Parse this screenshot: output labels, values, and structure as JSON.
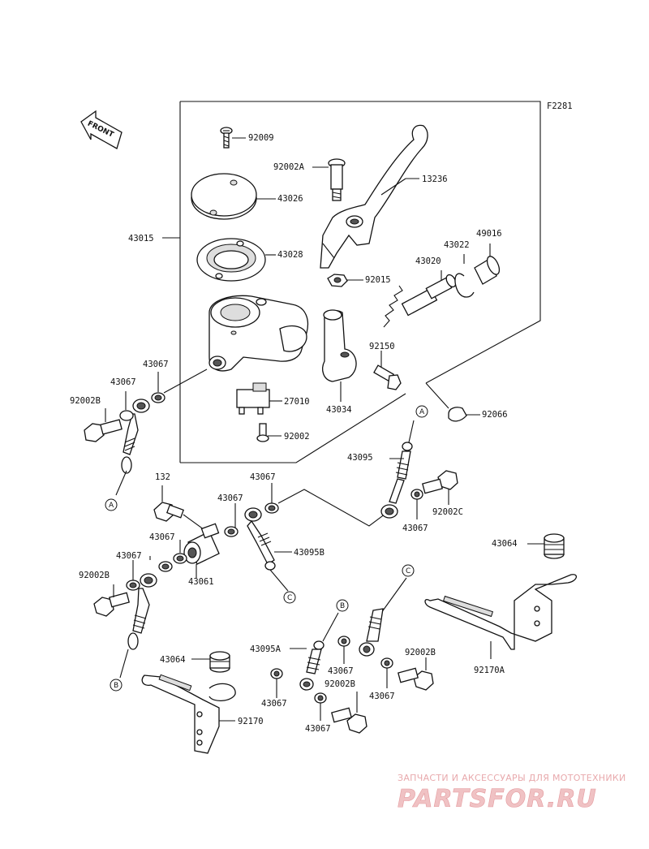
{
  "diagram": {
    "code": "F2281",
    "direction_label": "FRONT",
    "labels": {
      "p92009": "92009",
      "p43026": "43026",
      "p92002A": "92002A",
      "p13236": "13236",
      "p43015": "43015",
      "p43028": "43028",
      "p49016": "49016",
      "p43022": "43022",
      "p43020": "43020",
      "p92015": "92015",
      "p92150": "92150",
      "p43067_a": "43067",
      "p43067_b": "43067",
      "p92002B_a": "92002B",
      "p27010": "27010",
      "p43034": "43034",
      "p92066": "92066",
      "p92002": "92002",
      "p43095": "43095",
      "p132": "132",
      "p43067_c": "43067",
      "p43067_d": "43067",
      "p92002C": "92002C",
      "p43067_e": "43067",
      "p43067_f": "43067",
      "p43095B": "43095B",
      "p43061": "43061",
      "p43067_g": "43067",
      "p92002B_b": "92002B",
      "p43064_a": "43064",
      "p43095A": "43095A",
      "p43067_h": "43067",
      "p92002B_c": "92002B",
      "p43067_i": "43067",
      "p92002B_d": "92002B",
      "p43067_j": "43067",
      "p43067_k": "43067",
      "p43064_b": "43064",
      "p92170A": "92170A",
      "p92170": "92170"
    },
    "callouts": {
      "A": "A",
      "B": "B",
      "C": "C"
    }
  },
  "watermark": {
    "line1": "ЗАПЧАСТИ И АКСЕССУАРЫ ДЛЯ МОТОТЕХНИКИ",
    "logo": "PARTSFOR.RU"
  }
}
